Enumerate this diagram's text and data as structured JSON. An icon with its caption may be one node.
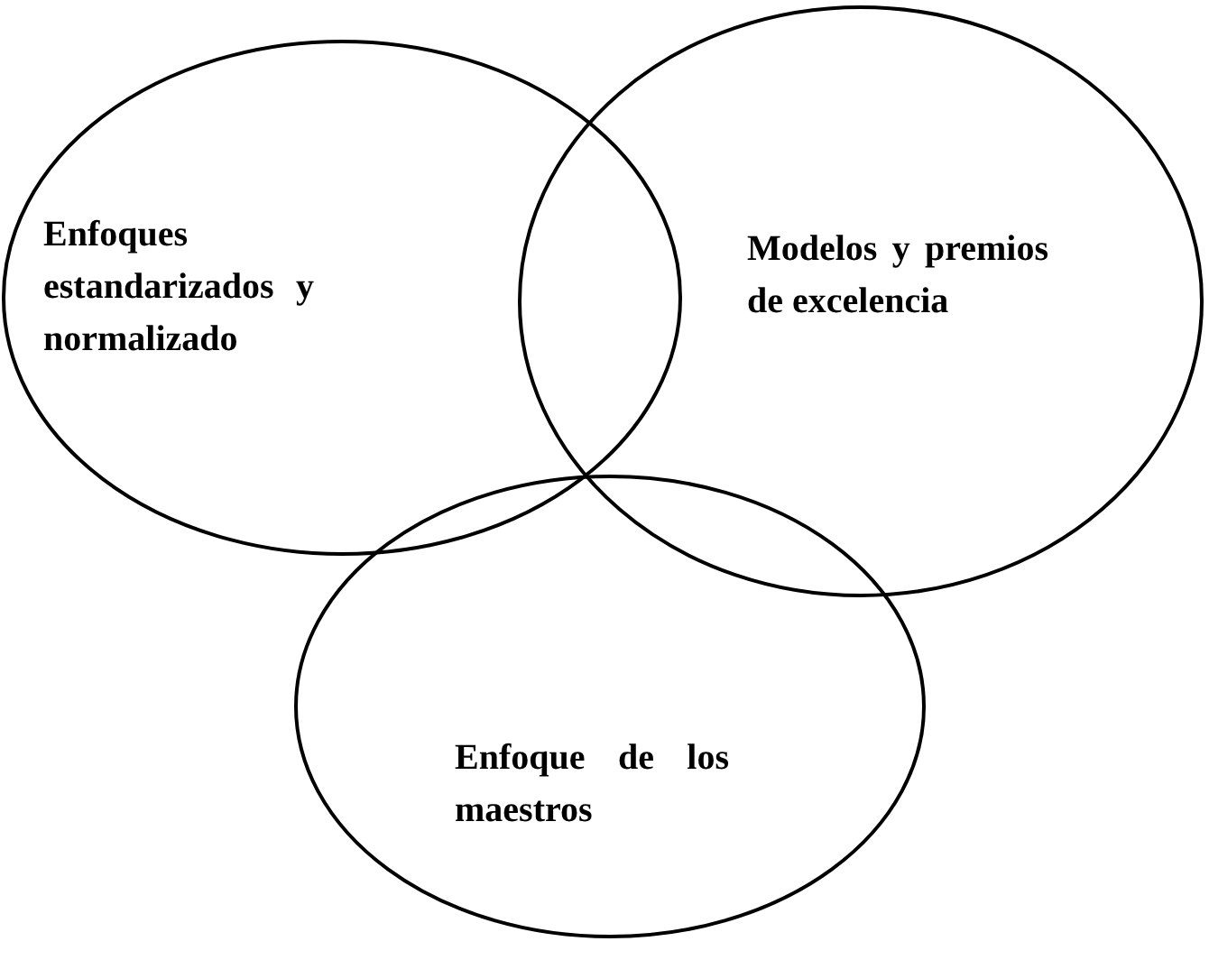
{
  "diagram": {
    "nodes": [
      {
        "text": [
          "Enfoques estandarizados y normalizado"
        ]
      },
      {
        "text": [
          "Modelos y premios de excelencia"
        ]
      },
      {
        "text": [
          "Enfoque de los maestros"
        ]
      }
    ],
    "edges": []
  }
}
